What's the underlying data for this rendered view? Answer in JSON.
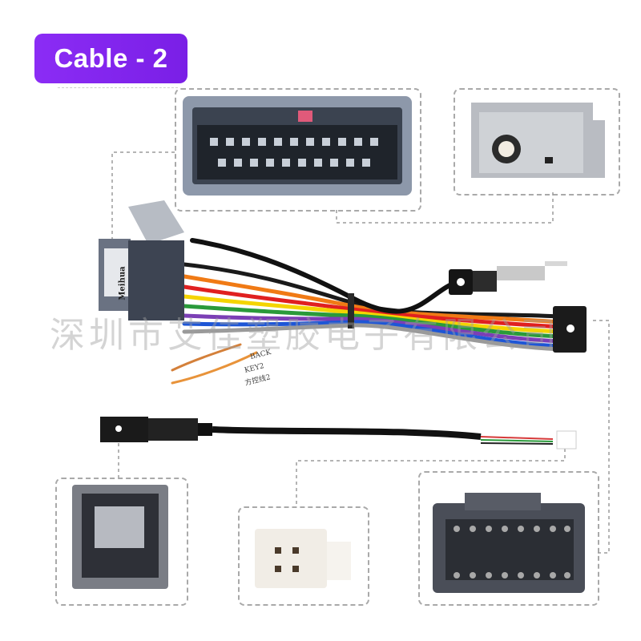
{
  "badge": {
    "label": "Cable - 2"
  },
  "watermark": {
    "text": "深圳市艾佳塑胶电子有限公司"
  },
  "labels": {
    "back": "BACK",
    "key2": "KEY2",
    "key2_cn": "方控线2"
  },
  "brand": {
    "logo_text": "Meihua"
  },
  "colors": {
    "badge": "#8b2cf5",
    "connector_gray": "#8a96a8",
    "frame_dash": "#a9a9a9"
  }
}
